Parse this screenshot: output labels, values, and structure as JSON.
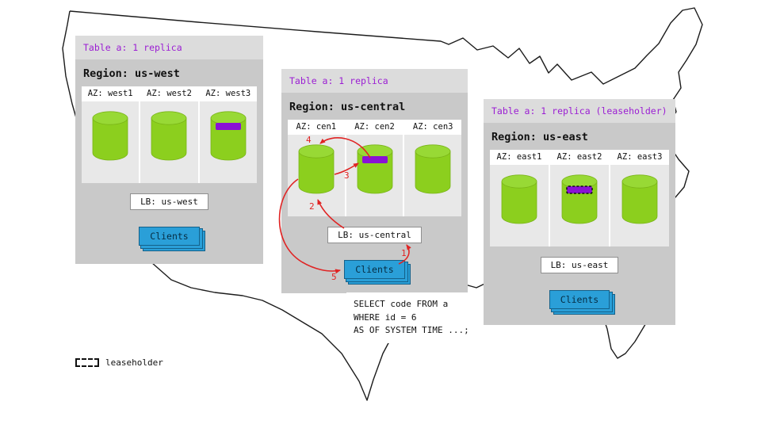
{
  "colors": {
    "accent_purple": "#9b1ed3",
    "replica_band": "#8a12d4",
    "cylinder_green": "#8ccf1e",
    "arrow_red": "#e02424",
    "clients_blue": "#2a9fd8"
  },
  "legend": {
    "label": "leaseholder"
  },
  "sql_note": {
    "lines": [
      "SELECT code FROM a",
      "WHERE id = 6",
      "AS OF SYSTEM TIME ...;"
    ]
  },
  "flow": {
    "steps": [
      "1",
      "2",
      "3",
      "4",
      "5"
    ]
  },
  "regions": [
    {
      "banner": "Table a: 1 replica",
      "title": "Region: us-west",
      "azs": [
        {
          "label": "AZ: west1",
          "replica": false,
          "leaseholder": false
        },
        {
          "label": "AZ: west2",
          "replica": false,
          "leaseholder": false
        },
        {
          "label": "AZ: west3",
          "replica": true,
          "leaseholder": false
        }
      ],
      "lb_label": "LB: us-west",
      "clients_label": "Clients"
    },
    {
      "banner": "Table a: 1 replica",
      "title": "Region: us-central",
      "azs": [
        {
          "label": "AZ: cen1",
          "replica": false,
          "leaseholder": false
        },
        {
          "label": "AZ: cen2",
          "replica": true,
          "leaseholder": false
        },
        {
          "label": "AZ: cen3",
          "replica": false,
          "leaseholder": false
        }
      ],
      "lb_label": "LB: us-central",
      "clients_label": "Clients"
    },
    {
      "banner": "Table a: 1 replica (leaseholder)",
      "title": "Region: us-east",
      "azs": [
        {
          "label": "AZ: east1",
          "replica": false,
          "leaseholder": false
        },
        {
          "label": "AZ: east2",
          "replica": true,
          "leaseholder": true
        },
        {
          "label": "AZ: east3",
          "replica": false,
          "leaseholder": false
        }
      ],
      "lb_label": "LB: us-east",
      "clients_label": "Clients"
    }
  ]
}
